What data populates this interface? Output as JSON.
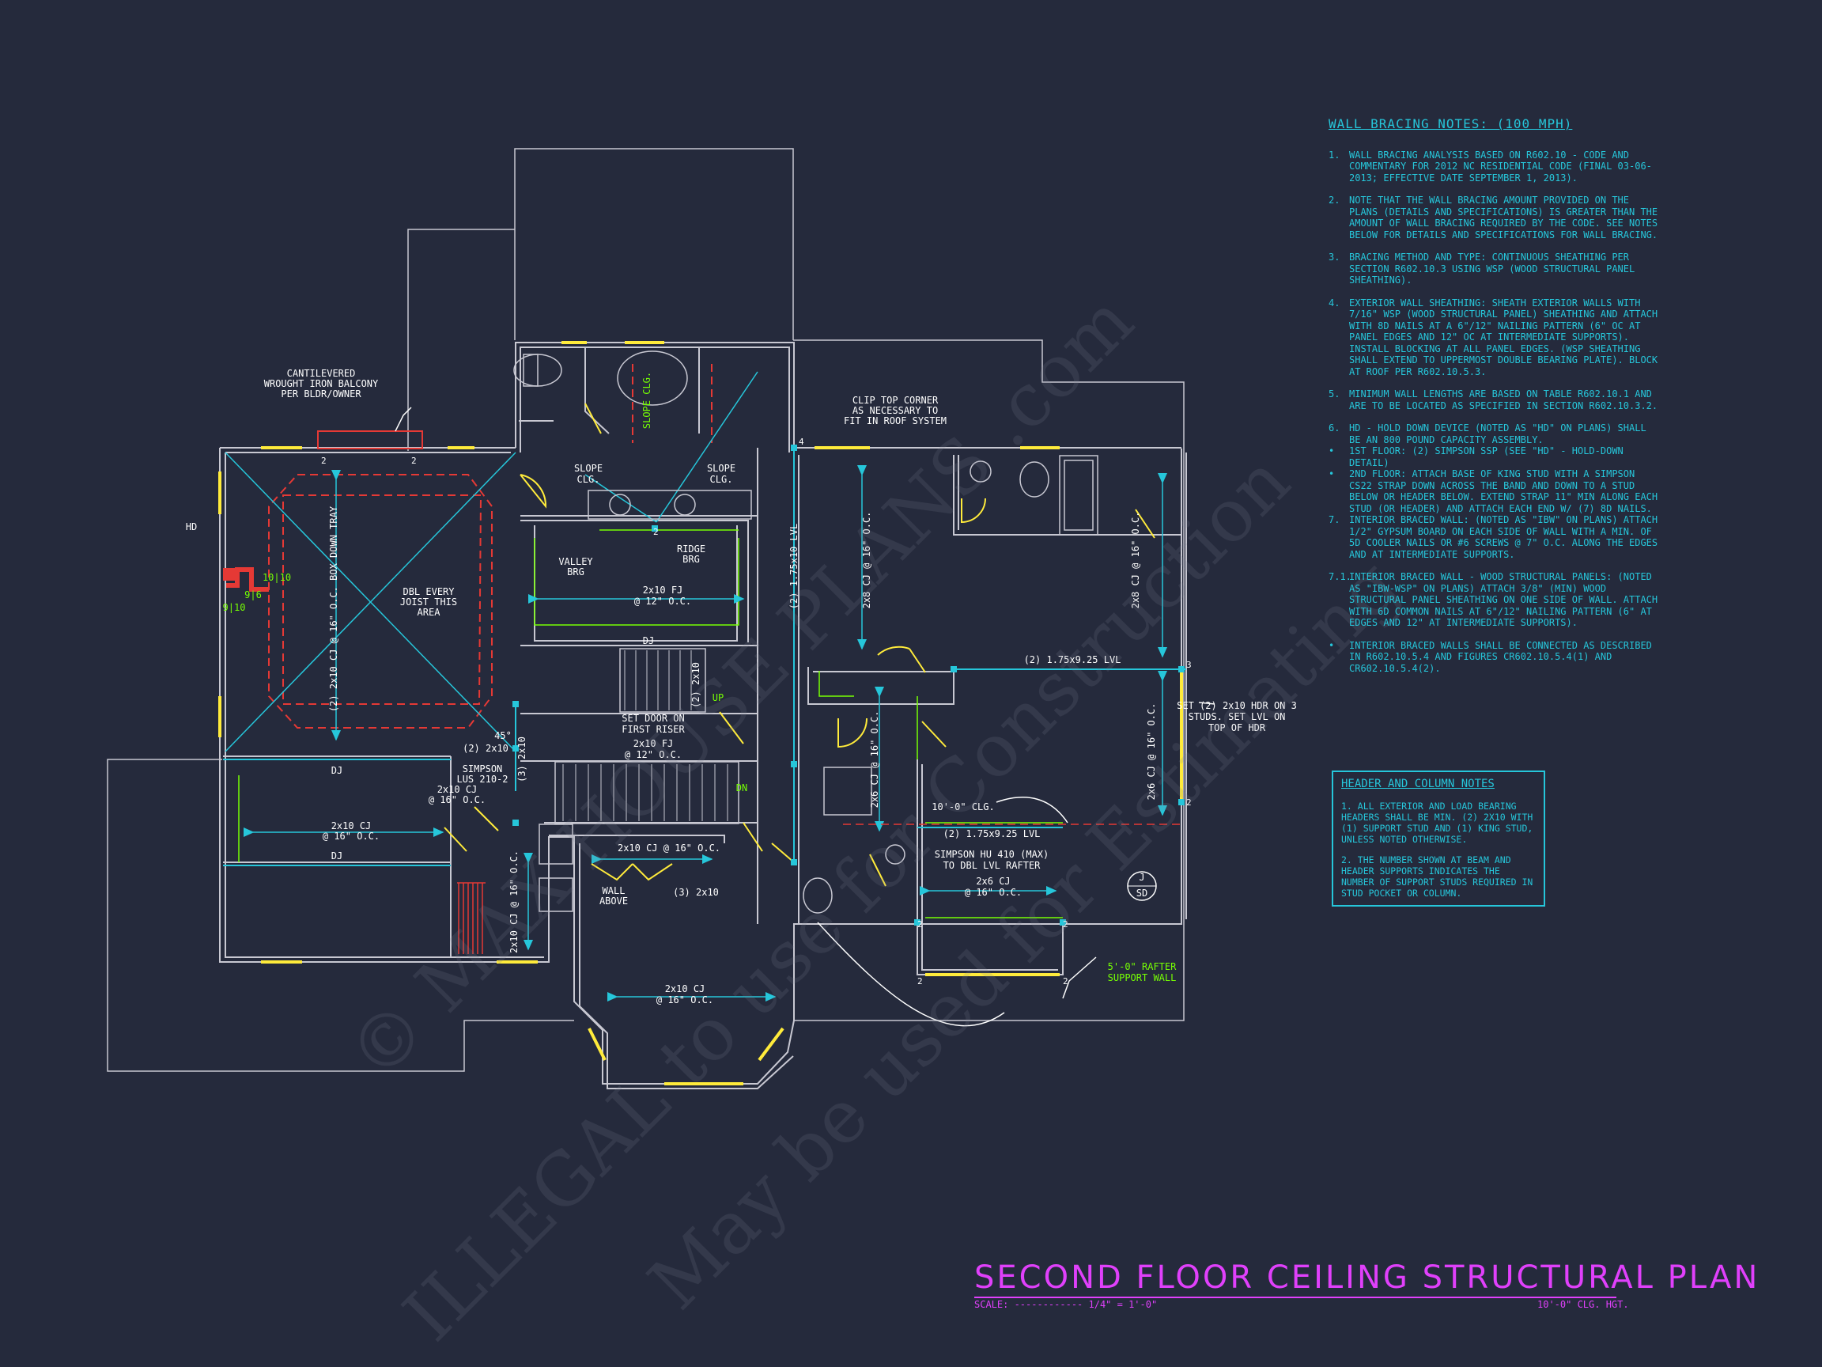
{
  "title": "SECOND FLOOR CEILING STRUCTURAL PLAN",
  "scale_label": "SCALE: ------------ 1/4\" = 1'-0\"",
  "ceiling_height": "10'-0\" CLG. HGT.",
  "watermarks": [
    "© MAX HOUSE PLANS .com",
    "ILLEGAL to use for Construction",
    "May be used for Estimating"
  ],
  "colors": {
    "background": "#252a3c",
    "walls": "#c8c8d2",
    "cyan": "#26c6da",
    "green": "#76ff03",
    "yellow": "#ffeb3b",
    "red": "#e53935",
    "magenta": "#e040fb",
    "white": "#ffffff"
  },
  "wall_bracing": {
    "heading": "WALL BRACING NOTES: (100 MPH)",
    "items": [
      {
        "num": "1.",
        "text": "WALL BRACING ANALYSIS BASED ON R602.10 - CODE AND COMMENTARY FOR 2012 NC RESIDENTIAL CODE (FINAL 03-06-2013; EFFECTIVE DATE SEPTEMBER 1, 2013)."
      },
      {
        "num": "2.",
        "text": "NOTE THAT THE WALL BRACING AMOUNT PROVIDED ON THE PLANS (DETAILS AND SPECIFICATIONS) IS GREATER THAN THE AMOUNT OF WALL BRACING REQUIRED BY THE CODE. SEE NOTES BELOW FOR DETAILS AND SPECIFICATIONS FOR WALL BRACING."
      },
      {
        "num": "3.",
        "text": "BRACING METHOD AND TYPE: CONTINUOUS SHEATHING PER SECTION R602.10.3 USING WSP (WOOD STRUCTURAL PANEL SHEATHING)."
      },
      {
        "num": "4.",
        "text": "EXTERIOR WALL SHEATHING: SHEATH EXTERIOR WALLS WITH 7/16\" WSP (WOOD STRUCTURAL PANEL) SHEATHING AND ATTACH WITH 8d NAILS AT A 6\"/12\" NAILING PATTERN (6\" OC AT PANEL EDGES AND 12\" OC AT INTERMEDIATE SUPPORTS). INSTALL BLOCKING AT ALL PANEL EDGES. (WSP SHEATHING SHALL EXTEND TO UPPERMOST DOUBLE BEARING PLATE). BLOCK AT ROOF PER R602.10.5.3."
      },
      {
        "num": "5.",
        "text": "MINIMUM WALL LENGTHS ARE BASED ON TABLE R602.10.1 AND ARE TO BE LOCATED AS SPECIFIED IN SECTION R602.10.3.2."
      },
      {
        "num": "6.",
        "text": "HD - HOLD DOWN DEVICE (NOTED AS \"HD\" ON PLANS) SHALL BE AN 800 POUND CAPACITY ASSEMBLY."
      },
      {
        "num": "•",
        "text": "1ST FLOOR: (2) SIMPSON SSP (SEE \"HD\" - HOLD-DOWN DETAIL)"
      },
      {
        "num": "•",
        "text": "2ND FLOOR: ATTACH BASE OF KING STUD WITH A SIMPSON CS22 STRAP DOWN ACROSS THE BAND AND DOWN TO A STUD BELOW OR HEADER BELOW. EXTEND STRAP 11\" MIN ALONG EACH STUD (OR HEADER) AND ATTACH EACH END W/ (7) 8d NAILS."
      },
      {
        "num": "7.",
        "text": "INTERIOR BRACED WALL: (NOTED AS \"IBW\" ON PLANS) ATTACH 1/2\" GYPSUM BOARD ON EACH SIDE OF WALL WITH A MIN. OF 5d COOLER NAILS OR #6 SCREWS @ 7\" O.C. ALONG THE EDGES AND AT INTERMEDIATE SUPPORTS."
      },
      {
        "num": "7.1.",
        "text": "INTERIOR BRACED WALL - WOOD STRUCTURAL PANELS: (NOTED AS \"IBW-WSP\" ON PLANS) ATTACH 3/8\" (MIN) WOOD STRUCTURAL PANEL SHEATHING ON ONE SIDE OF WALL. ATTACH WITH 6d COMMON NAILS AT 6\"/12\" NAILING PATTERN (6\" AT EDGES AND 12\" AT INTERMEDIATE SUPPORTS)."
      },
      {
        "num": "•",
        "text": "INTERIOR BRACED WALLS SHALL BE CONNECTED AS DESCRIBED IN R602.10.5.4 AND FIGURES CR602.10.5.4(1) AND CR602.10.5.4(2)."
      }
    ]
  },
  "header_notes": {
    "heading": "HEADER AND COLUMN NOTES",
    "items": [
      "1. ALL EXTERIOR AND LOAD BEARING HEADERS SHALL BE MIN. (2) 2x10 WITH (1) SUPPORT STUD AND (1) KING STUD, UNLESS NOTED OTHERWISE.",
      "2. THE NUMBER SHOWN AT BEAM AND HEADER SUPPORTS INDICATES THE NUMBER OF SUPPORT STUDS REQUIRED IN STUD POCKET OR COLUMN."
    ]
  },
  "labels": {
    "balcony": [
      "CANTILEVERED",
      "WROUGHT IRON BALCONY",
      "PER BLDR/OWNER"
    ],
    "hd": "HD",
    "box_down_tray": "(2) 2x10 CJ @ 16\" O.C. BOX DOWN TRAY",
    "dbl_joist": [
      "DBL EVERY",
      "JOIST THIS",
      "AREA"
    ],
    "dim_1010": "10|10",
    "dim_96": "9|6",
    "dim_910": "9|10",
    "dj_1": "DJ",
    "dj_2": "DJ",
    "dj_3": "DJ",
    "simpson_lus": [
      "SIMPSON",
      "LUS 210-2"
    ],
    "two_2x10": "(2) 2x10",
    "cj_left": [
      "2x10 CJ",
      "@ 16\" O.C."
    ],
    "angle": "45°",
    "cj_lower_left": [
      "2x10 CJ",
      "@ 16\" O.C."
    ],
    "three_2x10": "(3) 2x10",
    "slope_clg_1": [
      "SLOPE",
      "CLG."
    ],
    "slope_clg_2": [
      "SLOPE",
      "CLG."
    ],
    "slope_clg_v": "SLOPE CLG.",
    "valley_brg": [
      "VALLEY",
      "BRG"
    ],
    "ridge_brg": [
      "RIDGE",
      "BRG"
    ],
    "fj_1": [
      "2x10 FJ",
      "@ 12\" O.C."
    ],
    "lvl_v": "(2) 1.75x10 LVL",
    "set_door": [
      "SET DOOR ON",
      "FIRST RISER"
    ],
    "up": "UP",
    "dn": "DN",
    "fj_2": [
      "2x10 FJ",
      "@ 12\" O.C."
    ],
    "cj_mid": "2x10 CJ @ 16\" O.C.",
    "wall_above": [
      "WALL",
      "ABOVE"
    ],
    "cj_bay": [
      "2x10 CJ",
      "@ 16\" O.C."
    ],
    "cj_v1": "2x10 CJ @ 16\" O.C.",
    "two_2x10_v": "(2) 2x10",
    "clip": [
      "CLIP TOP CORNER",
      "AS NECESSARY TO",
      "FIT IN ROOF SYSTEM"
    ],
    "cj_2x8_1": "2x8 CJ @ 16\" O.C.",
    "cj_2x8_2": "2x8 CJ @ 16\" O.C.",
    "lvl_925": "(2) 1.75x9.25 LVL",
    "set_hdr": [
      "SET (2) 2x10 HDR ON 3",
      "STUDS. SET LVL ON",
      "TOP OF HDR"
    ],
    "cj_2x6_1": "2x6 CJ @ 16\" O.C.",
    "cj_2x6_2": "2x6 CJ @ 16\" O.C.",
    "clg_10": "10'-0\" CLG.",
    "lvl_925_b": "(2) 1.75x9.25 LVL",
    "simpson_hu": [
      "SIMPSON HU 410 (MAX)",
      "TO DBL LVL RAFTER"
    ],
    "cj_2x6_3": [
      "2x6 CJ",
      "@ 16\" O.C."
    ],
    "rafter": [
      "5'-0\" RAFTER",
      "SUPPORT WALL"
    ],
    "sd": "SD",
    "j": "J",
    "n2": "2",
    "n3": "3",
    "n4": "4"
  }
}
